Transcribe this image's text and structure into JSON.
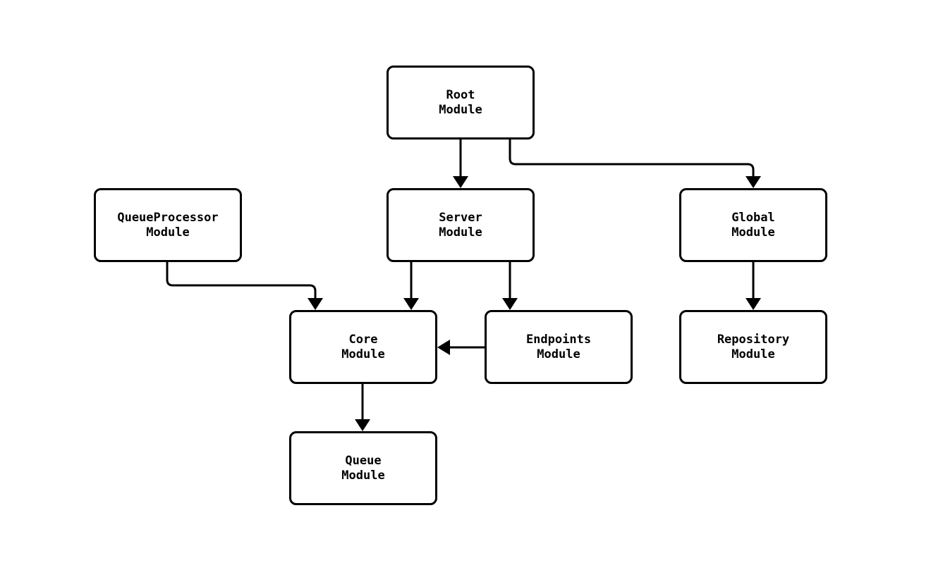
{
  "diagram": {
    "type": "flowchart",
    "direction": "top-down",
    "nodes": {
      "root": {
        "line1": "Root",
        "line2": "Module"
      },
      "queueprocessor": {
        "line1": "QueueProcessor",
        "line2": "Module"
      },
      "server": {
        "line1": "Server",
        "line2": "Module"
      },
      "global": {
        "line1": "Global",
        "line2": "Module"
      },
      "core": {
        "line1": "Core",
        "line2": "Module"
      },
      "endpoints": {
        "line1": "Endpoints",
        "line2": "Module"
      },
      "repository": {
        "line1": "Repository",
        "line2": "Module"
      },
      "queue": {
        "line1": "Queue",
        "line2": "Module"
      }
    },
    "edges": [
      {
        "from": "Root Module",
        "to": "Server Module"
      },
      {
        "from": "Root Module",
        "to": "Global Module"
      },
      {
        "from": "QueueProcessor Module",
        "to": "Core Module"
      },
      {
        "from": "Server Module",
        "to": "Core Module"
      },
      {
        "from": "Server Module",
        "to": "Endpoints Module"
      },
      {
        "from": "Endpoints Module",
        "to": "Core Module"
      },
      {
        "from": "Global Module",
        "to": "Repository Module"
      },
      {
        "from": "Core Module",
        "to": "Queue Module"
      }
    ],
    "colors": {
      "background": "#ffffff",
      "node_fill": "#ffffff",
      "node_border": "#000000",
      "edge": "#000000",
      "text": "#000000"
    }
  }
}
